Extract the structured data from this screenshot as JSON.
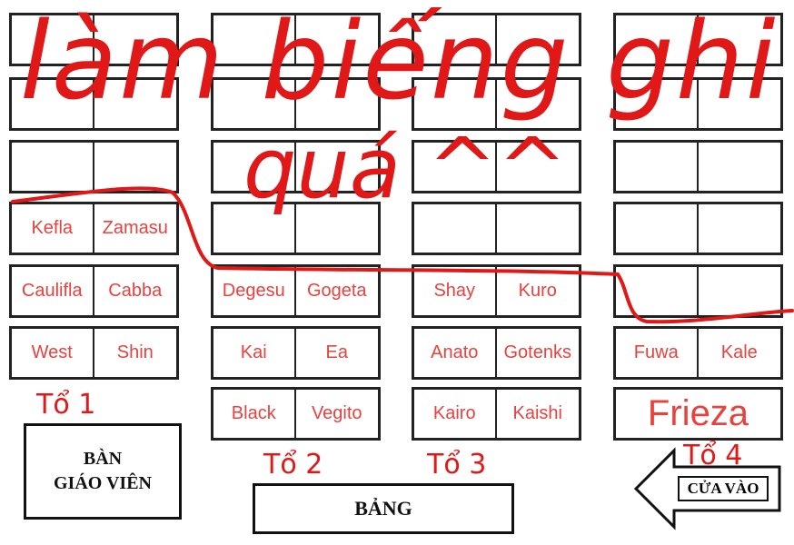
{
  "seating": {
    "groups": [
      {
        "label": "Tổ 1",
        "desks": [
          [
            "",
            ""
          ],
          [
            "",
            ""
          ],
          [
            "",
            ""
          ],
          [
            "Kefla",
            "Zamasu"
          ],
          [
            "Caulifla",
            "Cabba"
          ],
          [
            "West",
            "Shin"
          ]
        ]
      },
      {
        "label": "Tổ 2",
        "desks": [
          [
            "",
            ""
          ],
          [
            "",
            ""
          ],
          [
            "",
            ""
          ],
          [
            "",
            ""
          ],
          [
            "Degesu",
            "Gogeta"
          ],
          [
            "Kai",
            "Ea"
          ],
          [
            "Black",
            "Vegito"
          ]
        ]
      },
      {
        "label": "Tổ 3",
        "desks": [
          [
            "",
            ""
          ],
          [
            "",
            ""
          ],
          [
            "",
            ""
          ],
          [
            "",
            ""
          ],
          [
            "Shay",
            "Kuro"
          ],
          [
            "Anato",
            "Gotenks"
          ],
          [
            "Kairo",
            "Kaishi"
          ]
        ]
      },
      {
        "label": "Tổ 4",
        "desks": [
          [
            "",
            ""
          ],
          [
            "",
            ""
          ],
          [
            "",
            ""
          ],
          [
            "",
            ""
          ],
          [
            "",
            ""
          ],
          [
            "Fuwa",
            "Kale"
          ],
          [
            "Frieza"
          ]
        ]
      }
    ],
    "teacher_desk": "BÀN GIÁO VIÊN",
    "board": "BẢNG",
    "entrance": "CỬA VÀO"
  },
  "scribble": {
    "line1": "làm biếng ghi",
    "line2": "quá ^^"
  },
  "colors": {
    "ink": "#e01818",
    "names": "#e8423f",
    "lines": "#222222"
  }
}
